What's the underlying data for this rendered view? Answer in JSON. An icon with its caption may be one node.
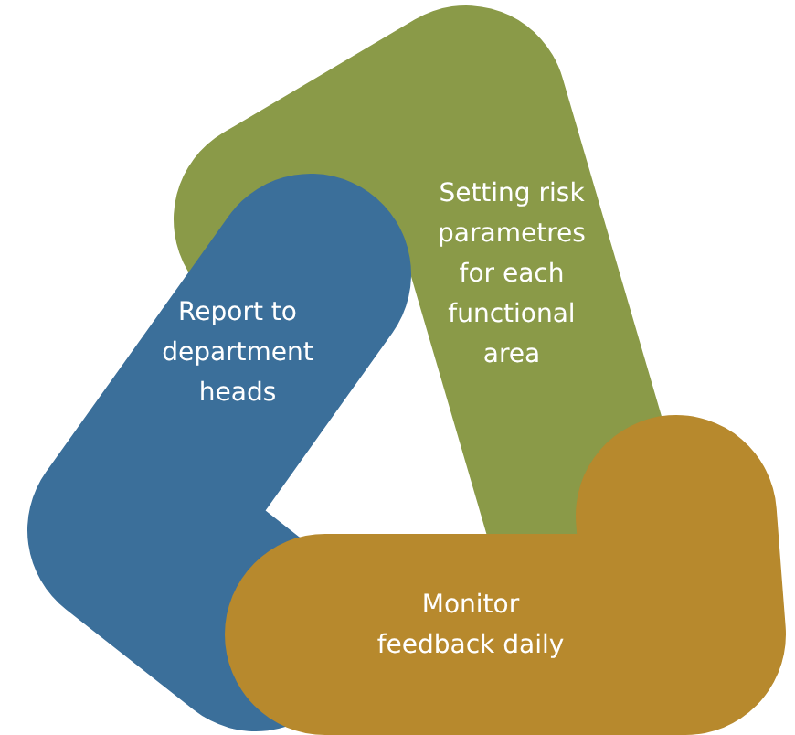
{
  "diagram": {
    "nodes": [
      {
        "text": [
          "Setting risk parametres for each functional area"
        ]
      },
      {
        "text": [
          "Report to department heads"
        ]
      },
      {
        "text": [
          "Monitor feedback daily"
        ]
      }
    ]
  }
}
